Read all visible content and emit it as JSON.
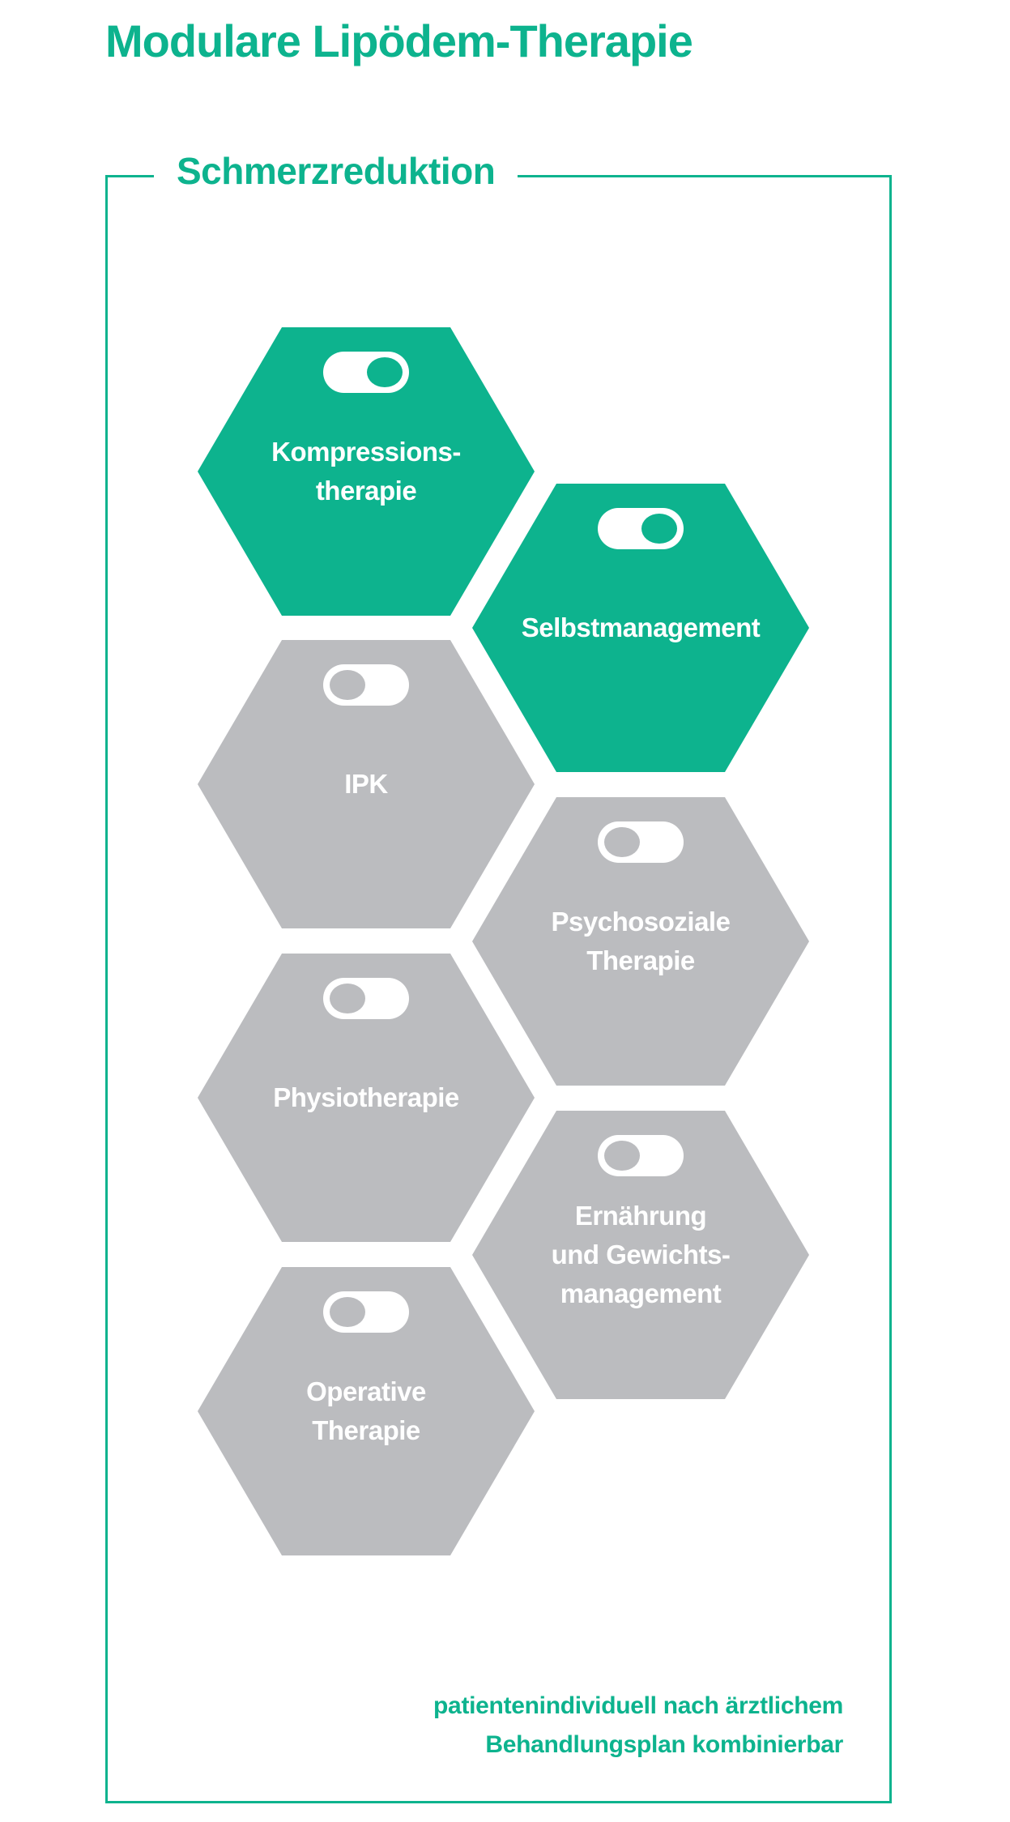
{
  "title": "Modulare Lipödem-Therapie",
  "frame_label": "Schmerzreduktion",
  "colors": {
    "active": "#0db38e",
    "inactive": "#bbbcbf"
  },
  "modules": [
    {
      "lines": [
        "Kompressions-",
        "therapie"
      ],
      "enabled": true
    },
    {
      "lines": [
        "Selbstmanagement"
      ],
      "enabled": true
    },
    {
      "lines": [
        "IPK"
      ],
      "enabled": false
    },
    {
      "lines": [
        "Psychosoziale",
        "Therapie"
      ],
      "enabled": false
    },
    {
      "lines": [
        "Physiotherapie"
      ],
      "enabled": false
    },
    {
      "lines": [
        "Ernährung",
        "und Gewichts-",
        "management"
      ],
      "enabled": false
    },
    {
      "lines": [
        "Operative",
        "Therapie"
      ],
      "enabled": false
    }
  ],
  "footer": {
    "lines": [
      "patientenindividuell nach ärztlichem",
      "Behandlungsplan kombinierbar"
    ]
  }
}
